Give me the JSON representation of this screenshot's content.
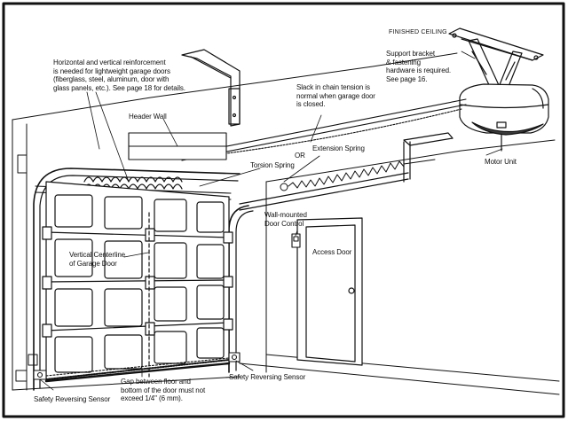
{
  "labels": {
    "finished_ceiling": "FINISHED CEILING",
    "support_bracket": "Support bracket\n& fastening\nhardware is required.\nSee page 16.",
    "reinforcement": "Horizontal and vertical reinforcement\nis needed for lightweight garage doors\n(fiberglass, steel, aluminum, door with\nglass panels, etc.). See page 18 for details.",
    "slack_chain": "Slack in chain tension is\nnormal when garage door\nis closed.",
    "header_wall": "Header Wall",
    "extension_spring": "Extension Spring",
    "or": "OR",
    "torsion_spring": "Torsion Spring",
    "motor_unit": "Motor Unit",
    "wall_control": "Wall-mounted\nDoor Control",
    "access_door": "Access Door",
    "vertical_centerline": "Vertical Centerline\nof Garage Door",
    "safety_sensor_left": "Safety Reversing Sensor",
    "gap_note": "Gap between floor and\nbottom of the door must not\nexceed 1/4\" (6 mm).",
    "safety_sensor_right": "Safety Reversing Sensor"
  },
  "colors": {
    "line": "#111111",
    "background": "#ffffff",
    "motor_dark": "#3a3a3a"
  }
}
